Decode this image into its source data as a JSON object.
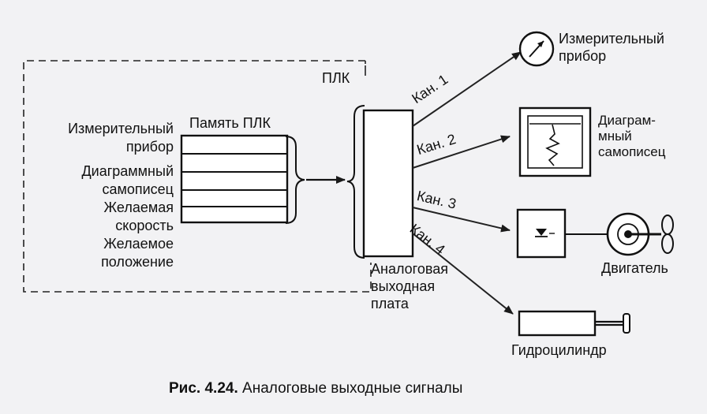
{
  "plc": {
    "title": "ПЛК",
    "memory_title": "Память ПЛК",
    "memory_items": [
      "Измерительный прибор",
      "Диаграммный самописец",
      "Желаемая скорость",
      "Желаемое положение"
    ],
    "output_board": "Аналоговая выходная плата"
  },
  "channels": [
    "Кан. 1",
    "Кан. 2",
    "Кан. 3",
    "Кан. 4"
  ],
  "devices": [
    {
      "name": "Измерительный прибор",
      "icon": "gauge-icon"
    },
    {
      "name": "Диаграм-мный самописец",
      "icon": "chart-recorder-icon"
    },
    {
      "name": "Двигатель",
      "icon": "motor-icon"
    },
    {
      "name": "Гидроцилиндр",
      "icon": "hydraulic-cylinder-icon"
    }
  ],
  "caption": {
    "number": "Рис. 4.24.",
    "text": "Аналоговые выходные сигналы"
  }
}
